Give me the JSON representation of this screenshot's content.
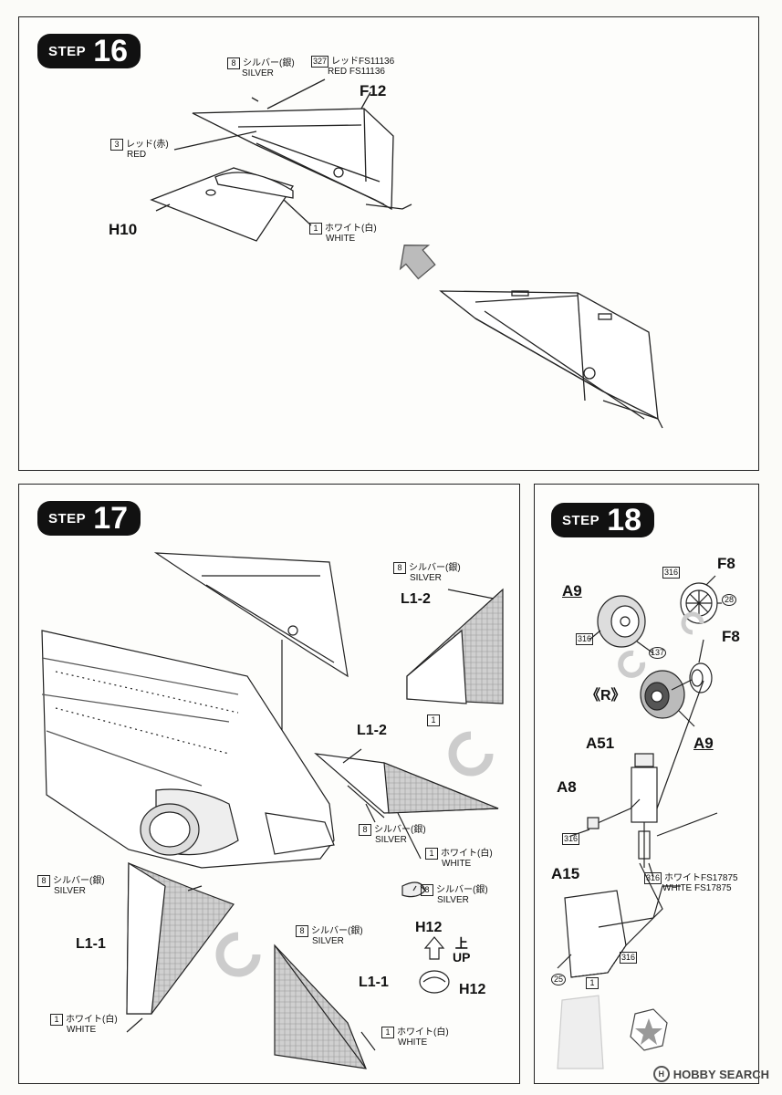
{
  "step16": {
    "step_word": "STEP",
    "step_no": "16",
    "labels": {
      "silver": {
        "num": "8",
        "jp": "シルバー(銀)",
        "en": "SILVER"
      },
      "red_fs": {
        "num": "327",
        "jp": "レッドFS11136",
        "en": "RED FS11136"
      },
      "red": {
        "num": "3",
        "jp": "レッド(赤)",
        "en": "RED"
      },
      "white": {
        "num": "1",
        "jp": "ホワイト(白)",
        "en": "WHITE"
      }
    },
    "parts": {
      "f12": "F12",
      "h10": "H10"
    }
  },
  "step17": {
    "step_word": "STEP",
    "step_no": "17",
    "labels": {
      "silver_top": {
        "num": "8",
        "jp": "シルバー(銀)",
        "en": "SILVER"
      },
      "white_l12": {
        "num": "1"
      },
      "silver_mid": {
        "num": "8",
        "jp": "シルバー(銀)",
        "en": "SILVER"
      },
      "white_mid": {
        "num": "1",
        "jp": "ホワイト(白)",
        "en": "WHITE"
      },
      "silver_h12": {
        "num": "8",
        "jp": "シルバー(銀)",
        "en": "SILVER"
      },
      "silver_left": {
        "num": "8",
        "jp": "シルバー(銀)",
        "en": "SILVER"
      },
      "white_left": {
        "num": "1",
        "jp": "ホワイト(白)",
        "en": "WHITE"
      },
      "silver_bottom": {
        "num": "8",
        "jp": "シルバー(銀)",
        "en": "SILVER"
      },
      "white_bottom": {
        "num": "1",
        "jp": "ホワイト(白)",
        "en": "WHITE"
      }
    },
    "parts": {
      "l12_top": "L1-2",
      "l12_mid": "L1-2",
      "l11_left": "L1-1",
      "l11_bottom": "L1-1",
      "h12": "H12",
      "h12_b": "H12",
      "up_jp": "上",
      "up_en": "UP"
    }
  },
  "step18": {
    "step_word": "STEP",
    "step_no": "18",
    "parts": {
      "a9_top": "A9",
      "f8_top": "F8",
      "f8_mid": "F8",
      "r_mark": "《R》",
      "a9_mid": "A9",
      "a51": "A51",
      "a8": "A8",
      "a15": "A15"
    },
    "nums": {
      "n316a": "316",
      "n28": "28",
      "n316b": "316",
      "n137": "137",
      "n316c": "316",
      "n316d": "316",
      "n25": "25",
      "n1": "1",
      "n316e": "316"
    },
    "labels": {
      "white_fs": {
        "jp": "ホワイトFS17875",
        "en": "WHITE FS17875"
      }
    }
  },
  "watermark": {
    "text": "HOBBY SEARCH",
    "mark": "H"
  }
}
